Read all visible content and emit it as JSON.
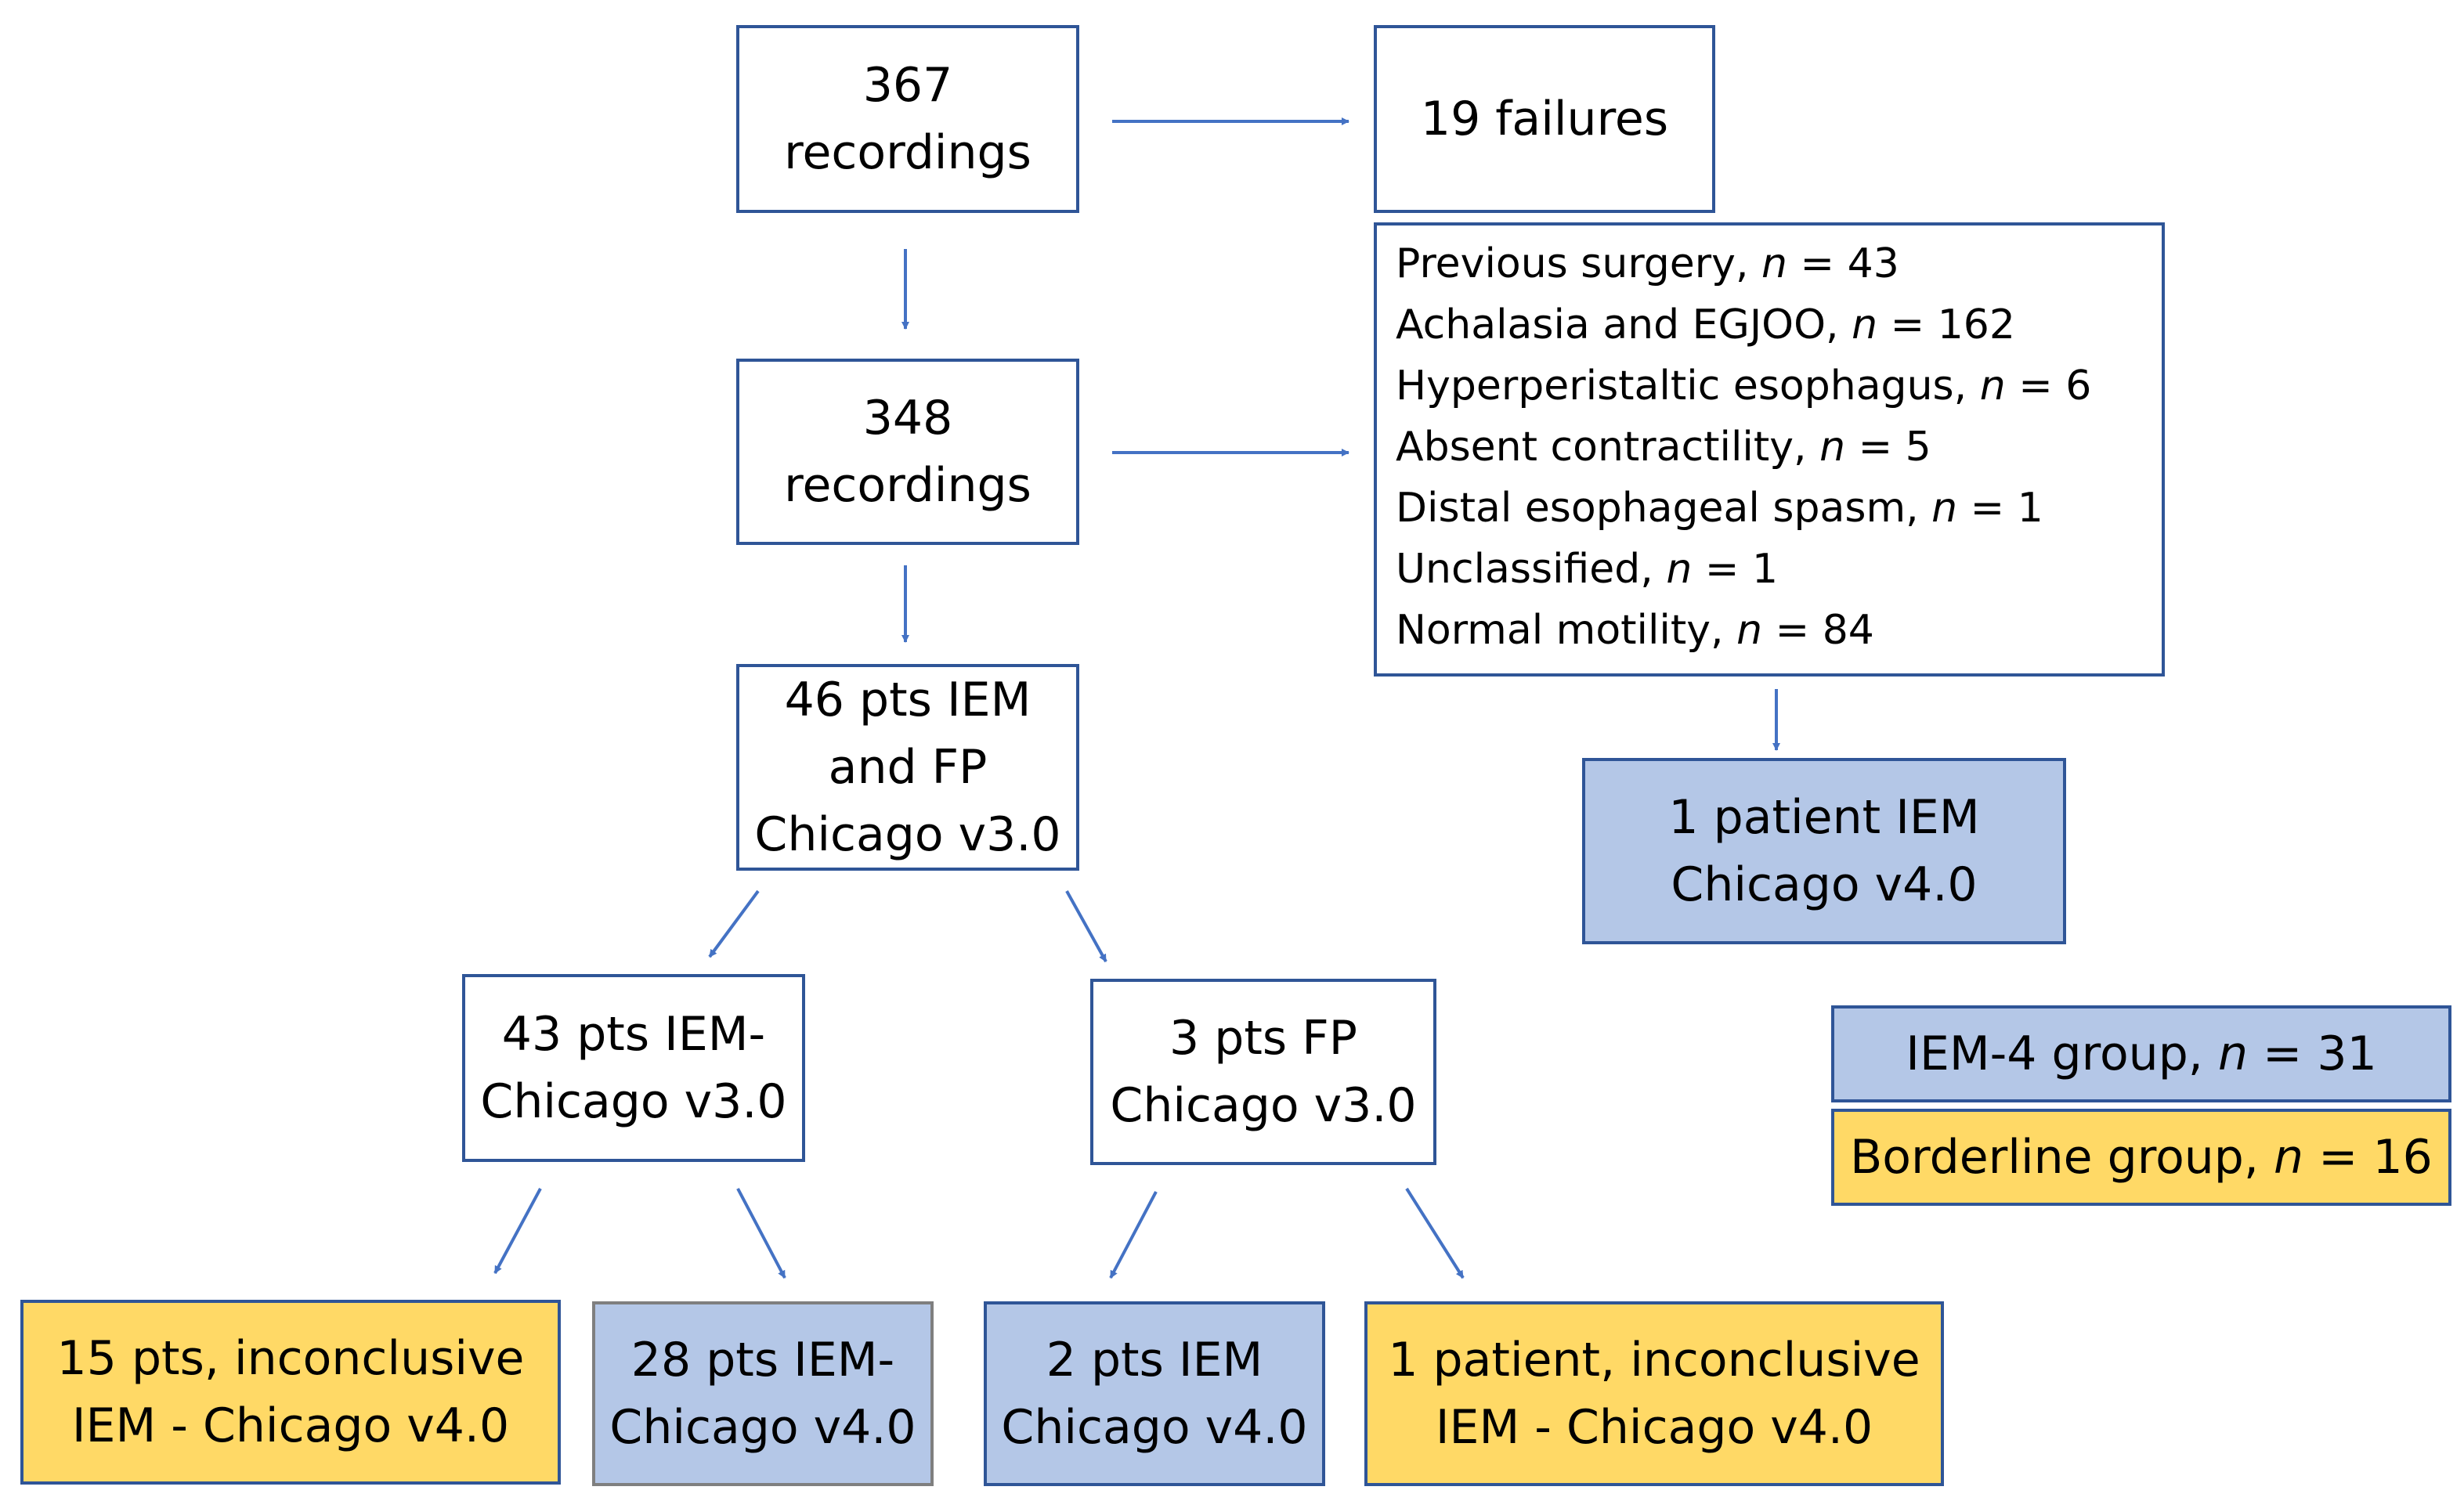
{
  "boxes": {
    "recordings_367": [
      "367",
      "recordings"
    ],
    "failures": [
      "19 failures"
    ],
    "recordings_348": [
      "348",
      "recordings"
    ],
    "iem_fp_46": [
      "46 pts IEM",
      "and FP",
      "Chicago v3.0"
    ],
    "iem_43": [
      "43 pts IEM-",
      "Chicago v3.0"
    ],
    "fp_3": [
      "3 pts FP",
      "Chicago v3.0"
    ],
    "inconclusive_15": [
      "15 pts, inconclusive",
      "IEM - Chicago v4.0"
    ],
    "iem_28": [
      "28 pts IEM-",
      "Chicago v4.0"
    ],
    "iem_2": [
      "2 pts IEM",
      "Chicago v4.0"
    ],
    "inconclusive_1": [
      "1 patient, inconclusive",
      "IEM - Chicago v4.0"
    ],
    "patient_1_iem": [
      "1 patient IEM",
      "Chicago v4.0"
    ]
  },
  "exclusions": [
    {
      "label": "Previous surgery,",
      "var": "n",
      "value": "= 43"
    },
    {
      "label": "Achalasia and EGJOO,",
      "var": "n",
      "value": "= 162"
    },
    {
      "label": "Hyperperistaltic esophagus,",
      "var": "n",
      "value": "= 6"
    },
    {
      "label": "Absent contractility,",
      "var": "n",
      "value": "= 5"
    },
    {
      "label": "Distal esophageal spasm,",
      "var": "n",
      "value": "= 1"
    },
    {
      "label": "Unclassified,",
      "var": "n",
      "value": "= 1"
    },
    {
      "label": "Normal motility,",
      "var": "n",
      "value": "= 84"
    }
  ],
  "legend": {
    "iem4": {
      "label": "IEM-4 group,",
      "var": "n",
      "value": "= 31",
      "color": "#b4c7e7"
    },
    "borderline": {
      "label": "Borderline group,",
      "var": "n",
      "value": "= 16",
      "color": "#ffd966"
    }
  },
  "colors": {
    "border": "#2f5597",
    "arrow": "#4472c4",
    "blue_fill": "#b4c7e7",
    "yellow_fill": "#ffd966"
  }
}
